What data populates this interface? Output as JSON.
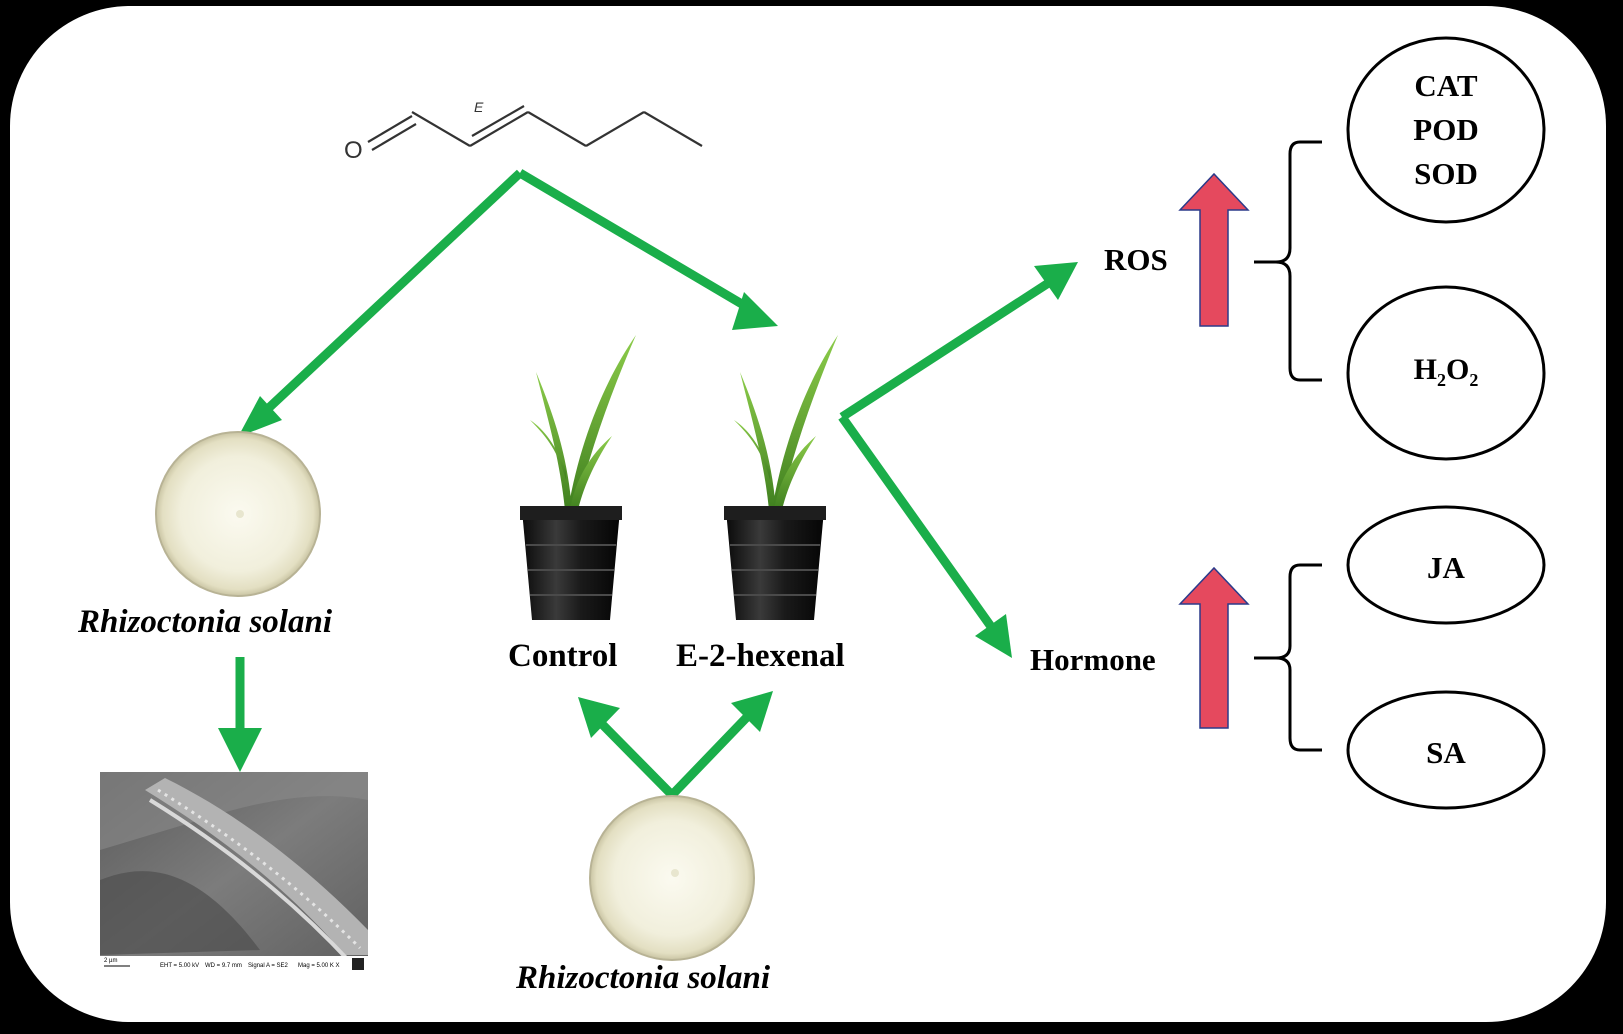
{
  "molecule": {
    "atom_o": "O",
    "stereo": "E"
  },
  "pathogen": {
    "name": "Rhizoctonia solani"
  },
  "treatments": {
    "control": "Control",
    "hexenal": "E-2-hexenal"
  },
  "responses": {
    "ros": "ROS",
    "hormone": "Hormone"
  },
  "enzymes": [
    "CAT",
    "POD",
    "SOD"
  ],
  "peroxide": {
    "base_h": "H",
    "sub1": "2",
    "base_o": "O",
    "sub2": "2"
  },
  "hormones": [
    "JA",
    "SA"
  ],
  "sem": {
    "scale": "2 µm",
    "eht": "EHT = 5.00 kV",
    "wd": "WD = 9.7 mm",
    "signal": "Signal A = SE2",
    "mag": "Mag = 5.00 K X"
  },
  "colors": {
    "arrow": "#1aae4a",
    "up_arrow": "#e5495e",
    "up_arrow_stroke": "#2b3a8a",
    "frame": "#ffffff",
    "background": "#000000"
  }
}
